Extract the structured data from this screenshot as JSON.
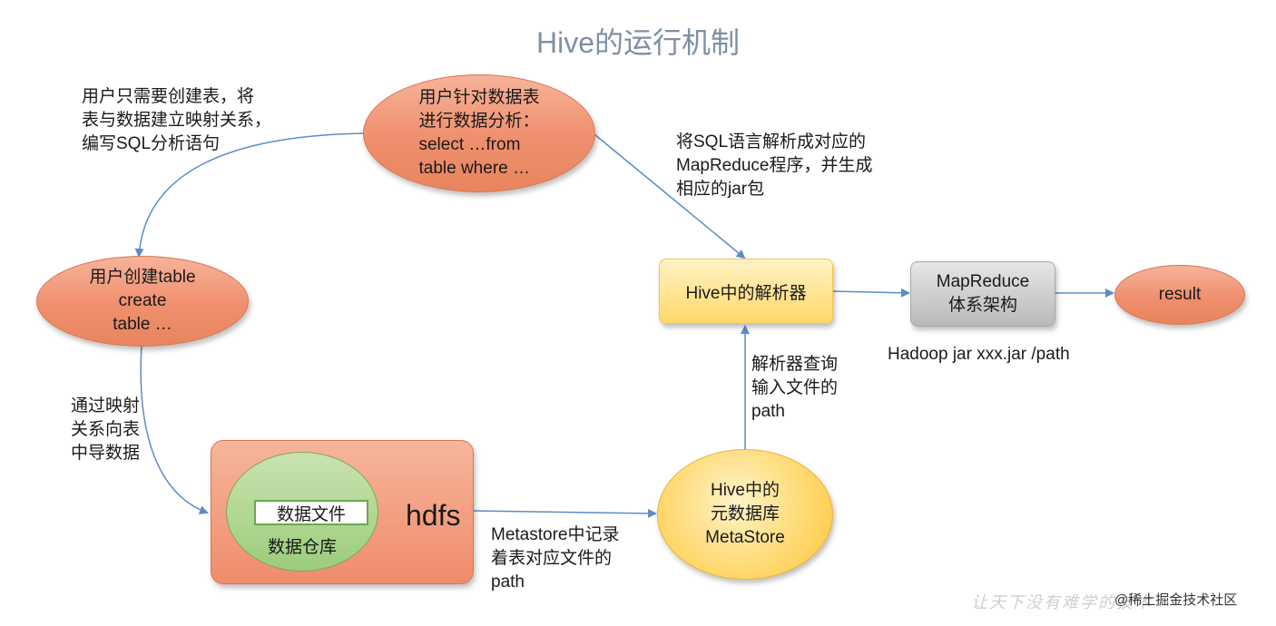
{
  "title": "Hive的运行机制",
  "nodes": {
    "user_analysis": "用户针对数据表\n进行数据分析：\nselect …from\ntable where …",
    "user_create_table": "用户创建table\ncreate\ntable …",
    "parser": "Hive中的解析器",
    "mapreduce": "MapReduce\n体系架构",
    "result": "result",
    "metastore": "Hive中的\n元数据库\nMetaStore",
    "hdfs": "hdfs",
    "data_file": "数据文件",
    "data_warehouse": "数据仓库"
  },
  "annotations": {
    "create_mapping": "用户只需要创建表，将\n表与数据建立映射关系，\n编写SQL分析语句",
    "sql_parse": "将SQL语言解析成对应的\nMapReduce程序，并生成\n相应的jar包",
    "hadoop_cmd": "Hadoop jar xxx.jar /path",
    "parser_query": "解析器查询\n输入文件的\npath",
    "import_data": "通过映射\n关系向表\n中导数据",
    "metastore_record": "Metastore中记录\n着表对应文件的\npath"
  },
  "footer": {
    "watermark": "让天下没有难学的技术",
    "credit": "@稀土掘金技术社区"
  }
}
